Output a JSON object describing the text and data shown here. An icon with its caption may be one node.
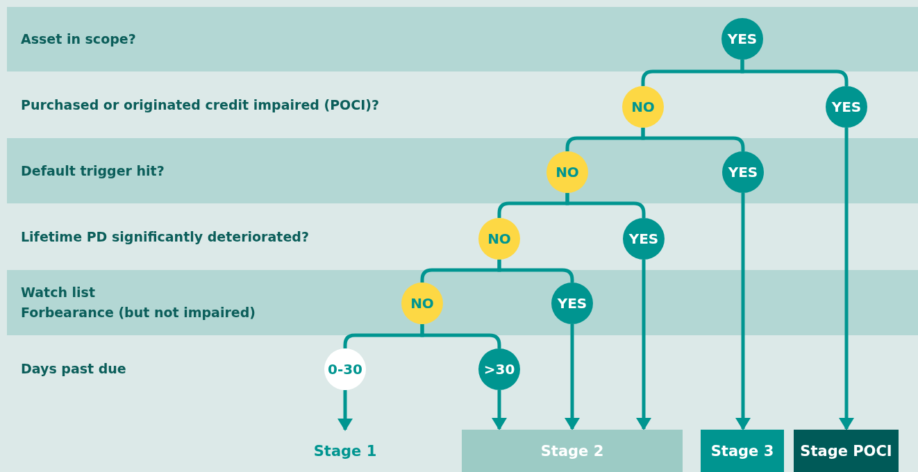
{
  "diagram": {
    "nodes": [
      {
        "text": [
          "Asset in scope?"
        ]
      },
      {
        "text": [
          "YES"
        ],
        "in": 0
      },
      {
        "text": [
          "Purchased or originated credit impaired (POCI)?"
        ]
      },
      {
        "text": [
          "NO"
        ],
        "in": 2
      },
      {
        "text": [
          "YES"
        ],
        "in": 2
      },
      {
        "text": [
          "Default trigger hit?"
        ]
      },
      {
        "text": [
          "NO"
        ],
        "in": 5
      },
      {
        "text": [
          "YES"
        ],
        "in": 5
      },
      {
        "text": [
          "Lifetime PD significantly deteriorated?"
        ]
      },
      {
        "text": [
          "NO"
        ],
        "in": 8
      },
      {
        "text": [
          "YES"
        ],
        "in": 8
      },
      {
        "text": [
          "Watch list",
          "Forbearance (but not impaired)"
        ]
      },
      {
        "text": [
          "NO"
        ],
        "in": 11
      },
      {
        "text": [
          "YES"
        ],
        "in": 11
      },
      {
        "text": [
          "Days past due"
        ]
      },
      {
        "text": [
          "0-30"
        ],
        "in": 14
      },
      {
        "text": [
          ">30"
        ],
        "in": 14
      },
      {
        "text": [
          "Stage 1"
        ]
      },
      {
        "text": [
          "Stage 2"
        ]
      },
      {
        "text": [
          "Stage 3"
        ]
      },
      {
        "text": [
          "Stage POCI"
        ]
      }
    ],
    "edges": [
      {
        "from": 1,
        "to": 3,
        "arrow": "none"
      },
      {
        "from": 1,
        "to": 4,
        "arrow": "none"
      },
      {
        "from": 3,
        "to": 6,
        "arrow": "none"
      },
      {
        "from": 3,
        "to": 7,
        "arrow": "none"
      },
      {
        "from": 6,
        "to": 9,
        "arrow": "none"
      },
      {
        "from": 6,
        "to": 10,
        "arrow": "none"
      },
      {
        "from": 9,
        "to": 12,
        "arrow": "none"
      },
      {
        "from": 9,
        "to": 13,
        "arrow": "none"
      },
      {
        "from": 12,
        "to": 15,
        "arrow": "none"
      },
      {
        "from": 12,
        "to": 16,
        "arrow": "none"
      },
      {
        "from": 15,
        "to": 17,
        "arrow": "to"
      },
      {
        "from": 16,
        "to": 18,
        "arrow": "to"
      },
      {
        "from": 13,
        "to": 18,
        "arrow": "to"
      },
      {
        "from": 10,
        "to": 18,
        "arrow": "to"
      },
      {
        "from": 7,
        "to": 19,
        "arrow": "to"
      },
      {
        "from": 4,
        "to": 20,
        "arrow": "to"
      }
    ]
  }
}
